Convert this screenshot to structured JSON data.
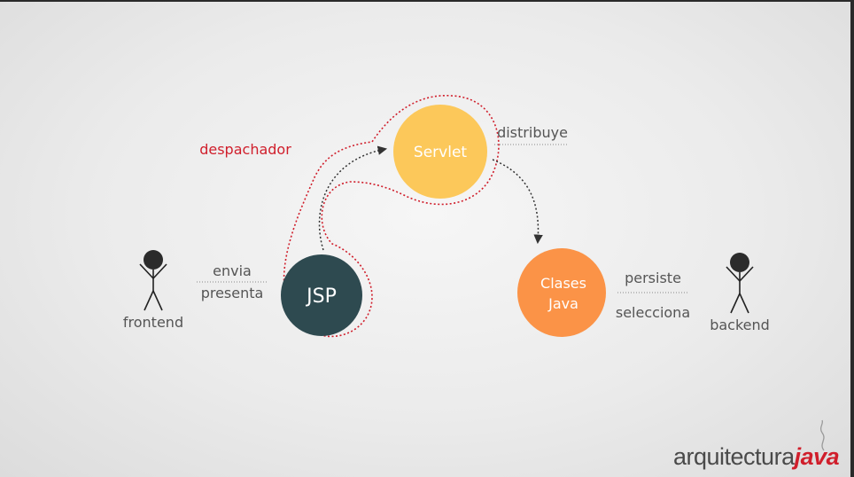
{
  "labels": {
    "despachador": "despachador",
    "distribuye": "distribuye",
    "envia": "envia",
    "presenta": "presenta",
    "persiste": "persiste",
    "selecciona": "selecciona",
    "frontend": "frontend",
    "backend": "backend"
  },
  "nodes": {
    "servlet": "Servlet",
    "jsp": "JSP",
    "clases_line1": "Clases",
    "clases_line2": "Java"
  },
  "logo": {
    "part1": "arquitectura",
    "part2": "java"
  },
  "colors": {
    "servlet": "#fcc85a",
    "jsp": "#2e4a50",
    "clases": "#fb9347",
    "dispatcher_outline": "#d01e2b",
    "text_label": "#555555",
    "logo_dark": "#4a4a4a",
    "logo_red": "#d01e2b"
  },
  "icons": [
    "person-frontend-icon",
    "person-backend-icon",
    "steam-icon"
  ]
}
